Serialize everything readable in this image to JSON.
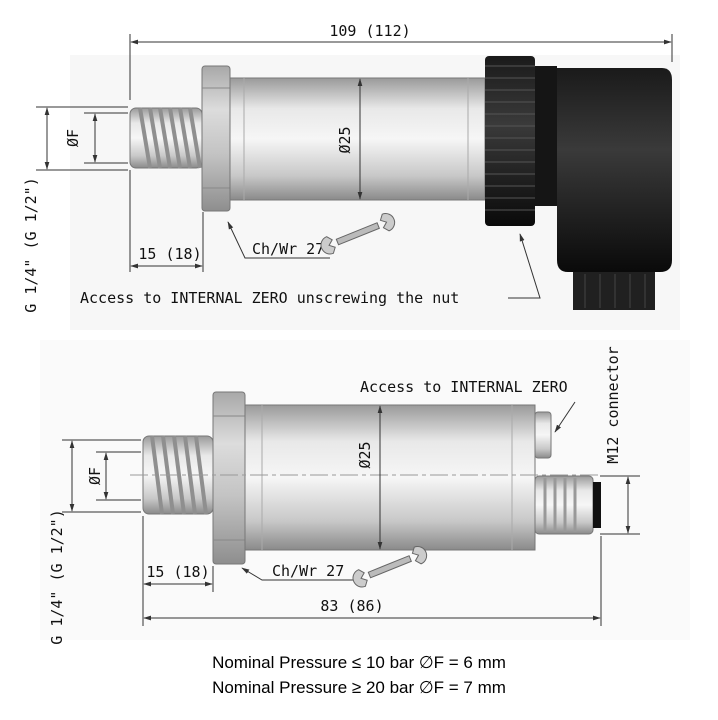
{
  "top_drawing": {
    "overall_length": "109 (112)",
    "thread_length": "15 (18)",
    "body_diameter": "Ø25",
    "port_diameter": "ØF",
    "thread_size": "G 1/4\" (G 1/2\")",
    "wrench_size": "Ch/Wr 27",
    "zero_access_note": "Access to INTERNAL ZERO unscrewing the nut"
  },
  "bottom_drawing": {
    "overall_length": "83 (86)",
    "thread_length": "15 (18)",
    "body_diameter": "Ø25",
    "port_diameter": "ØF",
    "thread_size": "G 1/4\" (G 1/2\")",
    "wrench_size": "Ch/Wr 27",
    "zero_access_note": "Access to INTERNAL ZERO",
    "connector_label": "M12 connector"
  },
  "notes": [
    "Nominal Pressure ≤ 10 bar ∅F = 6 mm",
    "Nominal Pressure ≥ 20 bar ∅F = 7 mm"
  ]
}
